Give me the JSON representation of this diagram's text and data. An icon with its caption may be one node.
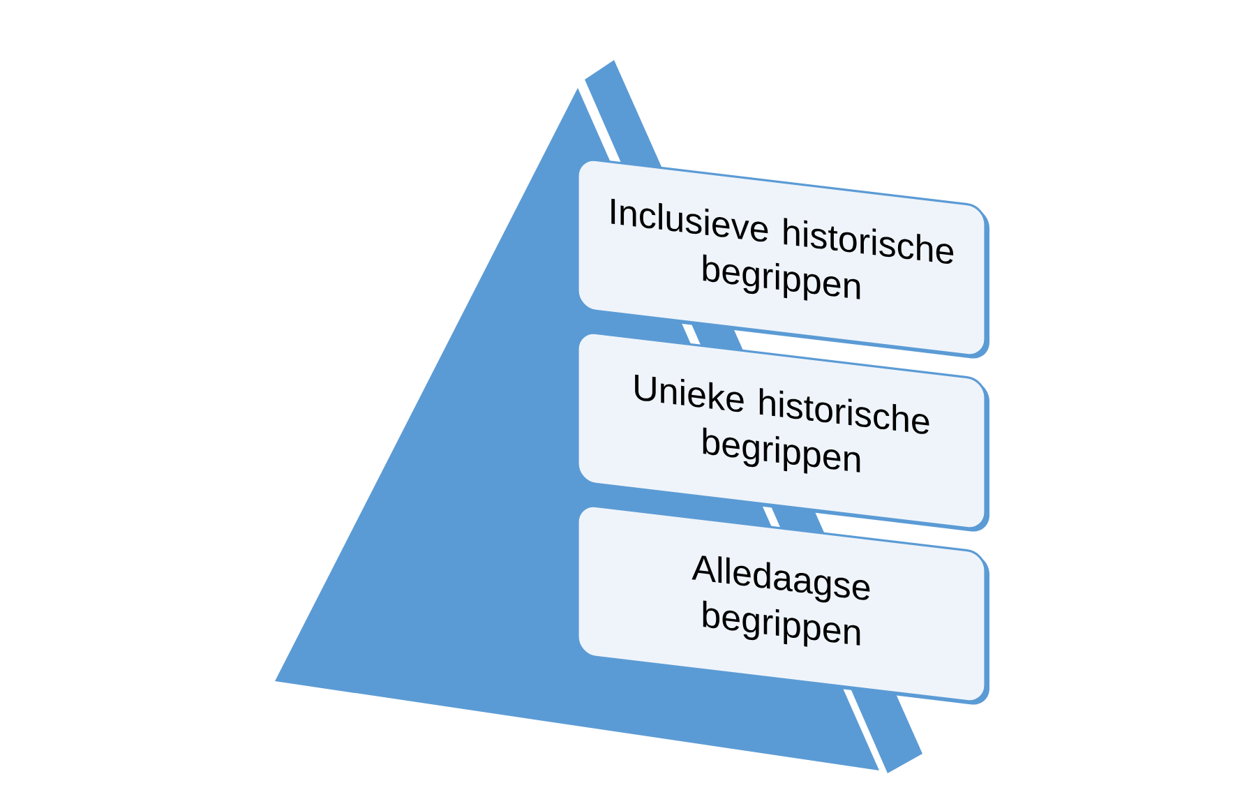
{
  "diagram": {
    "nodes": [
      {
        "text": [
          "Inclusieve historische begrippen"
        ]
      },
      {
        "text": [
          "Unieke historische begrippen"
        ]
      },
      {
        "text": [
          "Alledaagse begrippen"
        ]
      }
    ]
  }
}
